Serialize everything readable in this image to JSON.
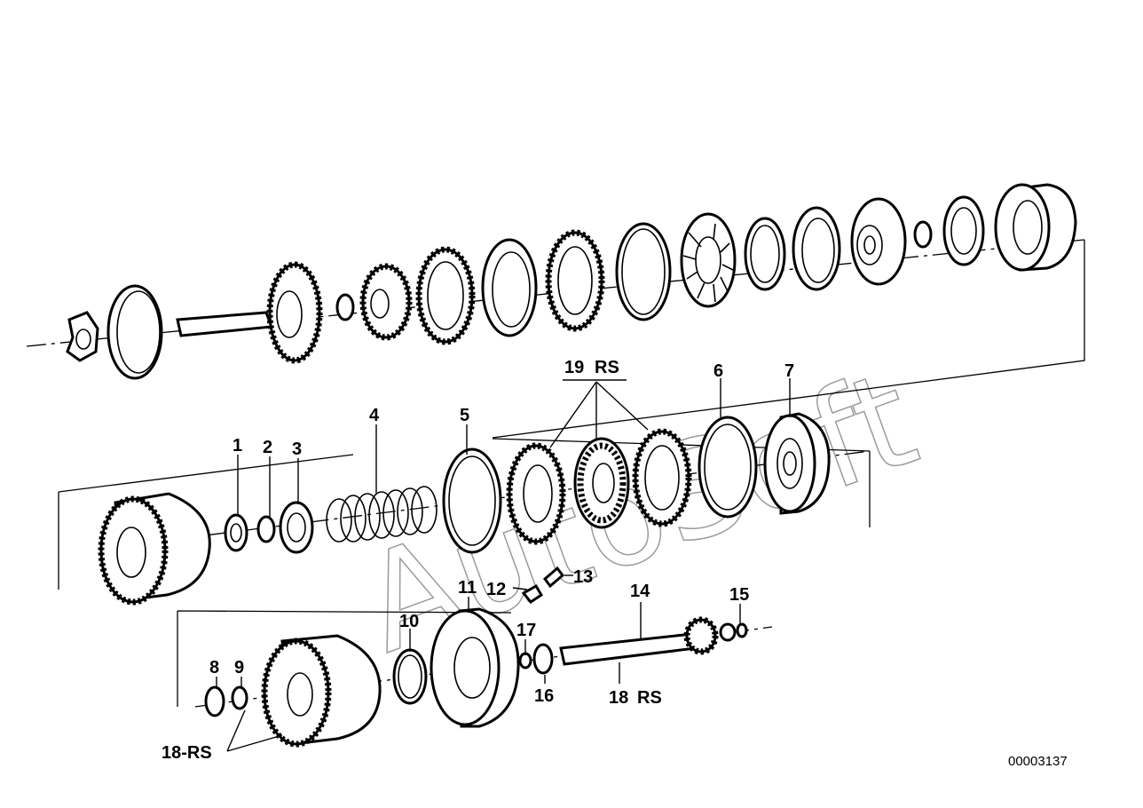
{
  "diagram": {
    "watermark": "AutoSoft",
    "reference_number": "00003137",
    "callouts": {
      "c1": "1",
      "c2": "2",
      "c3": "3",
      "c4": "4",
      "c5": "5",
      "c6": "6",
      "c7": "7",
      "c8": "8",
      "c9": "9",
      "c10": "10",
      "c11": "11",
      "c12": "12",
      "c13": "13",
      "c14": "14",
      "c15": "15",
      "c16": "16",
      "c17": "17",
      "c18a": "18",
      "c18a_suffix": "RS",
      "c18b": "18-RS",
      "c19": "19",
      "c19_suffix": "RS"
    },
    "colors": {
      "ink": "#000000",
      "watermark": "#9a9a9a",
      "background": "#ffffff"
    }
  }
}
